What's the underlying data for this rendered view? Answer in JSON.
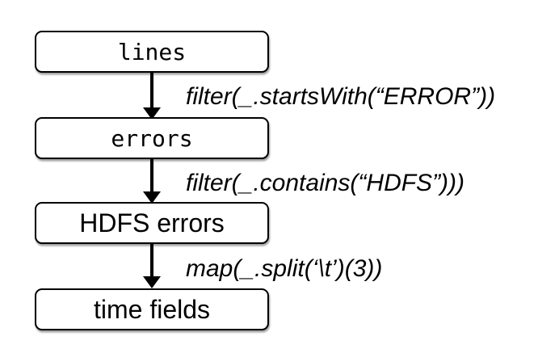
{
  "diagram": {
    "description": "RDD transformation lineage flow",
    "nodes": [
      {
        "label": "lines"
      },
      {
        "label": "errors"
      },
      {
        "label": "HDFS errors"
      },
      {
        "label": "time fields"
      }
    ],
    "edges": [
      {
        "label": "filter(_.startsWith(“ERROR”))"
      },
      {
        "label": "filter(_.contains(“HDFS”)))"
      },
      {
        "label": "map(_.split(‘\\t’)(3))"
      }
    ],
    "colors": {
      "background": "#ffffff",
      "node_fill": "#ffffff",
      "node_border": "#000000",
      "arrow": "#000000",
      "text": "#000000"
    }
  }
}
